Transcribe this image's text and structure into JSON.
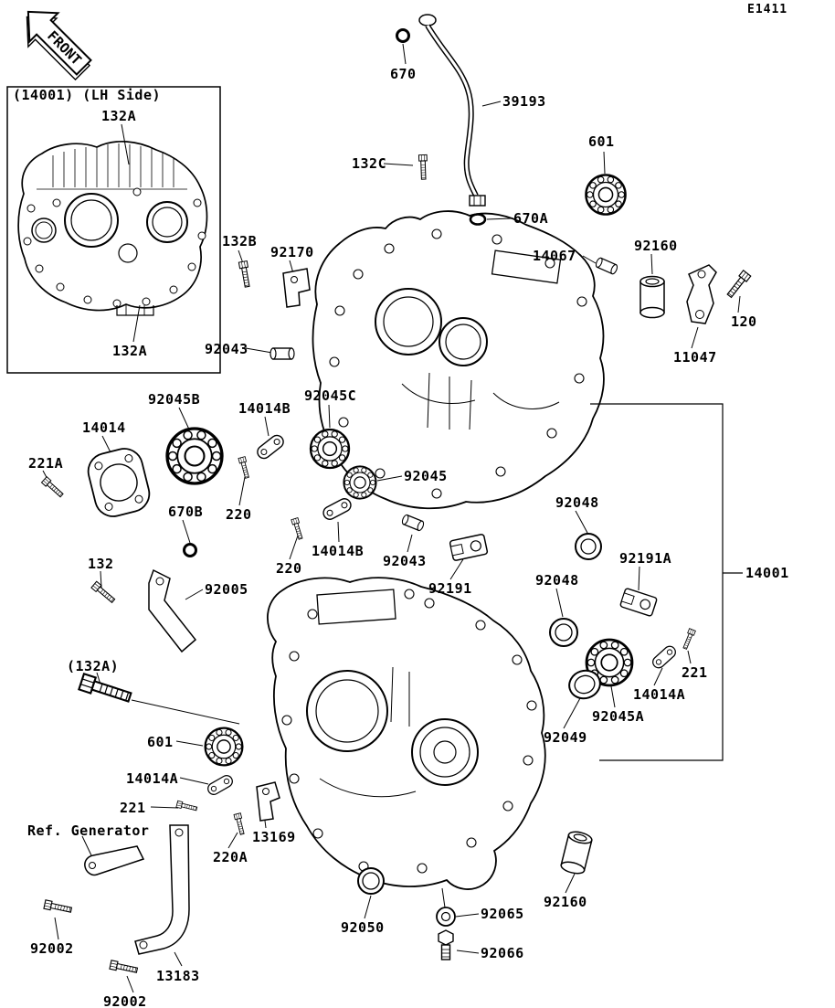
{
  "page": {
    "diagram_code": "E1411",
    "front_marker": "FRONT",
    "inset_caption": "(14001) (LH Side)",
    "ref_note": "Ref. Generator"
  },
  "labels": {
    "inset_132a_top": "132A",
    "inset_132a_bottom": "132A",
    "p670": "670",
    "p39193": "39193",
    "p601_top": "601",
    "p132c": "132C",
    "p670a": "670A",
    "p14067": "14067",
    "p92160_top": "92160",
    "p120": "120",
    "p11047": "11047",
    "p132b": "132B",
    "p92170": "92170",
    "p92043_top": "92043",
    "p92045b": "92045B",
    "p14014b_top": "14014B",
    "p92045c": "92045C",
    "p14014": "14014",
    "p221a": "221A",
    "p92045": "92045",
    "p670b": "670B",
    "p220_left": "220",
    "p92048_top": "92048",
    "p132": "132",
    "p220_mid": "220",
    "p14014b_mid": "14014B",
    "p92043_mid": "92043",
    "p92191": "92191",
    "p92048_mid": "92048",
    "p92191a": "92191A",
    "p14001": "14001",
    "p92005": "92005",
    "p132a_paren": "(132A)",
    "p221_right": "221",
    "p14014a_right": "14014A",
    "p92045a": "92045A",
    "p92049": "92049",
    "p601_bottom": "601",
    "p14014a_left": "14014A",
    "p221_left": "221",
    "p13169": "13169",
    "p220a": "220A",
    "p92050": "92050",
    "p92065": "92065",
    "p92160_bottom": "92160",
    "p92066": "92066",
    "p92002_top": "92002",
    "p13183": "13183",
    "p92002_bottom": "92002"
  }
}
